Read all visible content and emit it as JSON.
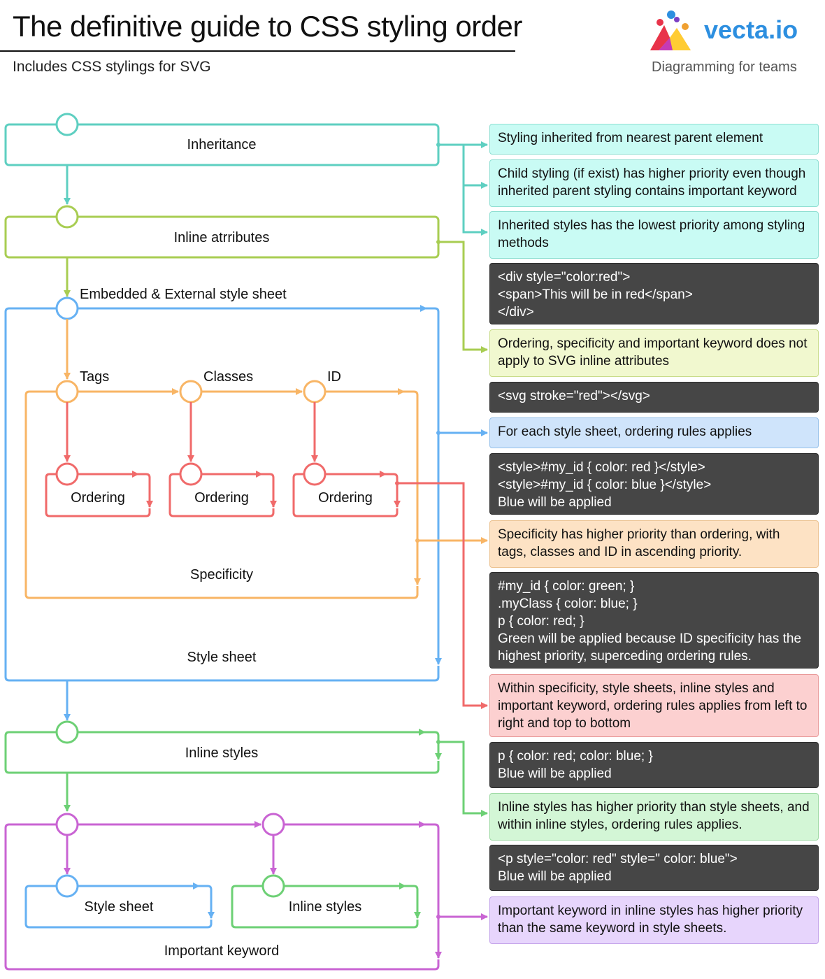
{
  "header": {
    "title": "The definitive guide to CSS styling order",
    "subtitle": "Includes CSS stylings for SVG",
    "brand": "vecta.io",
    "tagline": "Diagramming for teams"
  },
  "colors": {
    "teal": "#5ecfc1",
    "lime": "#a8cd52",
    "blue": "#66b1f3",
    "orange": "#f8b565",
    "red": "#f06a6a",
    "green": "#6dd075",
    "purple": "#c964d3"
  },
  "diagram": {
    "inheritance": "Inheritance",
    "inline_attributes": "Inline atrributes",
    "embedded_external": "Embedded & External style sheet",
    "tags": "Tags",
    "classes": "Classes",
    "id": "ID",
    "ordering": "Ordering",
    "specificity": "Specificity",
    "style_sheet": "Style sheet",
    "inline_styles": "Inline styles",
    "important_keyword": "Important keyword",
    "important_style_sheet": "Style sheet",
    "important_inline_styles": "Inline styles"
  },
  "notes": {
    "inherit_parent": "Styling inherited from nearest parent element",
    "child_priority": "Child styling (if exist) has higher priority even though inherited parent styling contains important keyword",
    "lowest_priority": "Inherited styles has the lowest priority among styling methods",
    "code_div": "<div style=\"color:red\">\n    <span>This will be in red</span>\n</div>",
    "svg_attributes": "Ordering, specificity and important keyword does not apply to SVG inline attributes",
    "code_svg": "<svg stroke=\"red\"></svg>",
    "stylesheet_ordering": "For each style sheet, ordering rules applies",
    "code_style": "<style>#my_id { color: red }</style>\n<style>#my_id { color: blue }</style>\nBlue will be applied",
    "specificity_priority": "Specificity has higher priority than ordering, with tags, classes and ID in ascending priority.",
    "code_specificity": "#my_id { color: green; }\n.myClass { color: blue; }\np { color: red; }\nGreen will be applied because ID specificity has the highest priority, superceding ordering rules.",
    "ordering_rules": "Within specificity, style sheets, inline styles and important keyword, ordering rules applies from left to right and top to bottom",
    "code_inline": "p { color: red; color: blue; }\nBlue will be applied",
    "inline_priority": "Inline styles has higher priority than style sheets, and within inline styles, ordering rules applies.",
    "code_p_style": "<p style=\"color: red\" style=\" color: blue\">\nBlue will be applied",
    "important_priority": "Important keyword in inline styles has higher priority than the same keyword in style sheets."
  }
}
